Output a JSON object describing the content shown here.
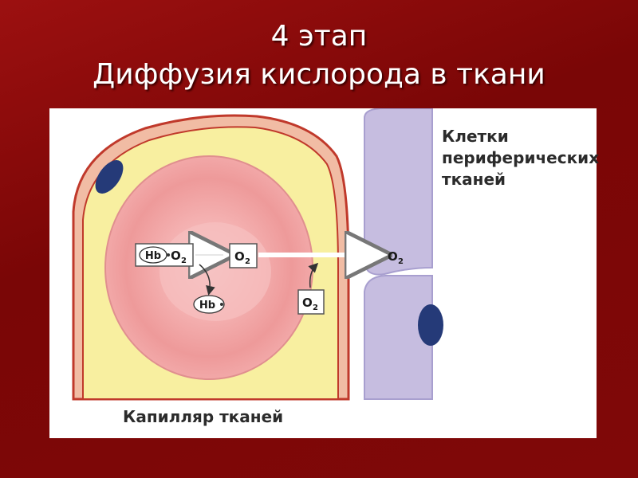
{
  "title": {
    "line1": "4 этап",
    "line2": "Диффузия кислорода в ткани"
  },
  "labels": {
    "tissue_cells_line1": "Клетки",
    "tissue_cells_line2": "периферических",
    "tissue_cells_line3": "тканей",
    "capillary": "Капилляр тканей"
  },
  "diagram": {
    "hb_o2_hb": "Hb",
    "hb_o2_o": "O",
    "hb_o2_sub": "2",
    "free_o2_o": "O",
    "free_o2_sub": "2",
    "cell_o2_o": "O",
    "cell_o2_sub": "2",
    "side_o2_o": "O",
    "side_o2_sub": "2",
    "hb_alone": "Hb"
  },
  "colors": {
    "background": "#8a0a0a",
    "rbc": "#f0a8a8",
    "plasma": "#f8f0a0",
    "vessel_wall": "#f4c0a8",
    "tissue_cell": "#c8c0e0",
    "nucleus": "#2a3a7a"
  }
}
